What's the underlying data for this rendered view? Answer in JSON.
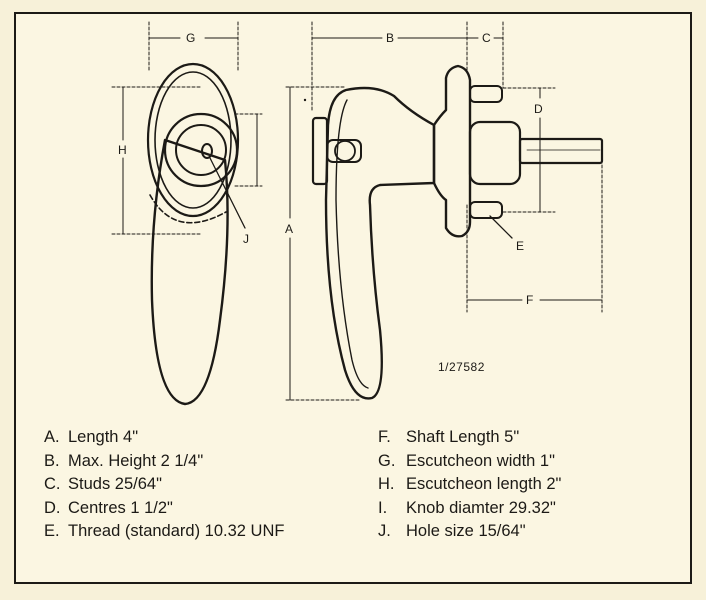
{
  "dimension_letters": {
    "a": "A",
    "b": "B",
    "c": "C",
    "d": "D",
    "e": "E",
    "f": "F",
    "g": "G",
    "h": "H",
    "j": "J"
  },
  "reference_number": "1/27582",
  "legend": [
    {
      "letter": "A.",
      "text": "Length  4\""
    },
    {
      "letter": "B.",
      "text": "Max. Height  2  1/4\""
    },
    {
      "letter": "C.",
      "text": "Studs  25/64\""
    },
    {
      "letter": "D.",
      "text": "Centres  1  1/2\""
    },
    {
      "letter": "E.",
      "text": "Thread (standard) 10.32 UNF"
    },
    {
      "letter": "F.",
      "text": "Shaft Length  5\""
    },
    {
      "letter": "G.",
      "text": "Escutcheon width  1\""
    },
    {
      "letter": "H.",
      "text": "Escutcheon length  2\""
    },
    {
      "letter": "I.",
      "text": "Knob diamter  29.32\""
    },
    {
      "letter": "J.",
      "text": "Hole size  15/64\""
    }
  ]
}
